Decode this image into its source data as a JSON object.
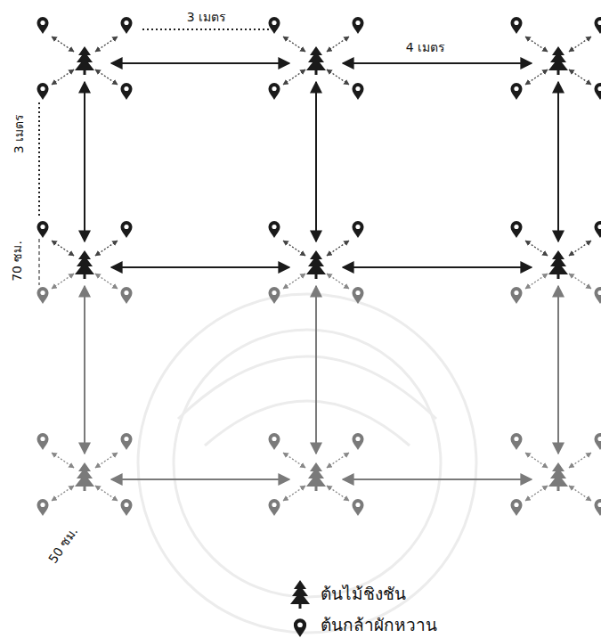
{
  "diagram": {
    "labels": [
      "3 เมตร",
      "4 เมตร",
      "3 เมตร",
      "70 ซม.",
      "50 ซม."
    ],
    "legend": [
      {
        "text": "ต้นไม้ชิงชัน"
      },
      {
        "text": "ต้นกล้าผักหวาน"
      }
    ]
  }
}
